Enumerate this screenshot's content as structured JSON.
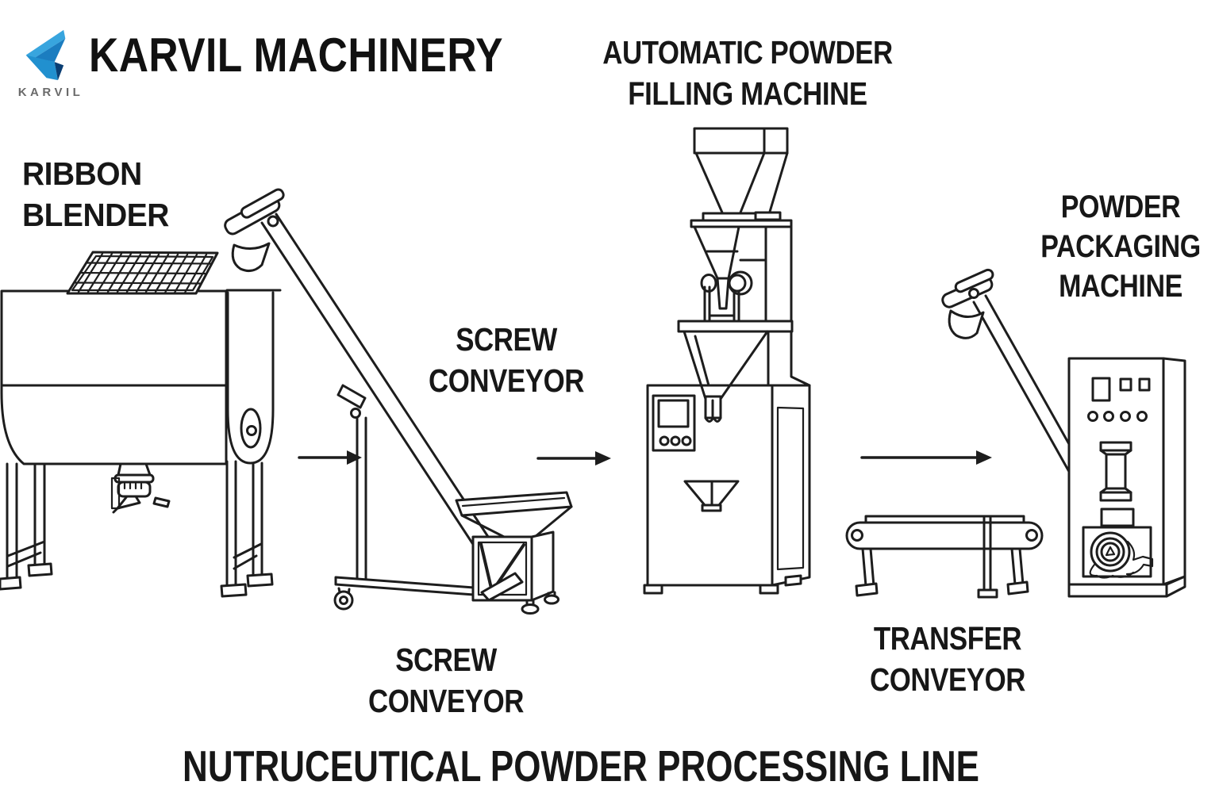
{
  "theme": {
    "bg": "#ffffff",
    "line": "#1d1d1d",
    "text": "#171717",
    "logo-light": "#38a5de",
    "logo-mid": "#1b7dc0",
    "logo-accent": "#2190cf",
    "logo-deep": "#0a3e73",
    "logo-text": "#6a6a6a"
  },
  "brand": {
    "logo_text": "KARVIL",
    "name": "KARVIL MACHINERY"
  },
  "diagram": {
    "title": "NUTRUCEUTICAL POWDER PROCESSING LINE",
    "labels": {
      "ribbon_blender": "RIBBON\nBLENDER",
      "screw_conveyor_top": "SCREW\nCONVEYOR",
      "filling_machine": "AUTOMATIC POWDER\nFILLING MACHINE",
      "screw_conveyor_bottom": "SCREW\nCONVEYOR",
      "transfer_conveyor": "TRANSFER\nCONVEYOR",
      "packaging_machine": "POWDER\nPACKAGING\nMACHINE"
    },
    "flow": [
      "RIBBON BLENDER",
      "SCREW CONVEYOR",
      "AUTOMATIC POWDER FILLING MACHINE",
      "TRANSFER CONVEYOR",
      "POWDER PACKAGING MACHINE"
    ]
  }
}
